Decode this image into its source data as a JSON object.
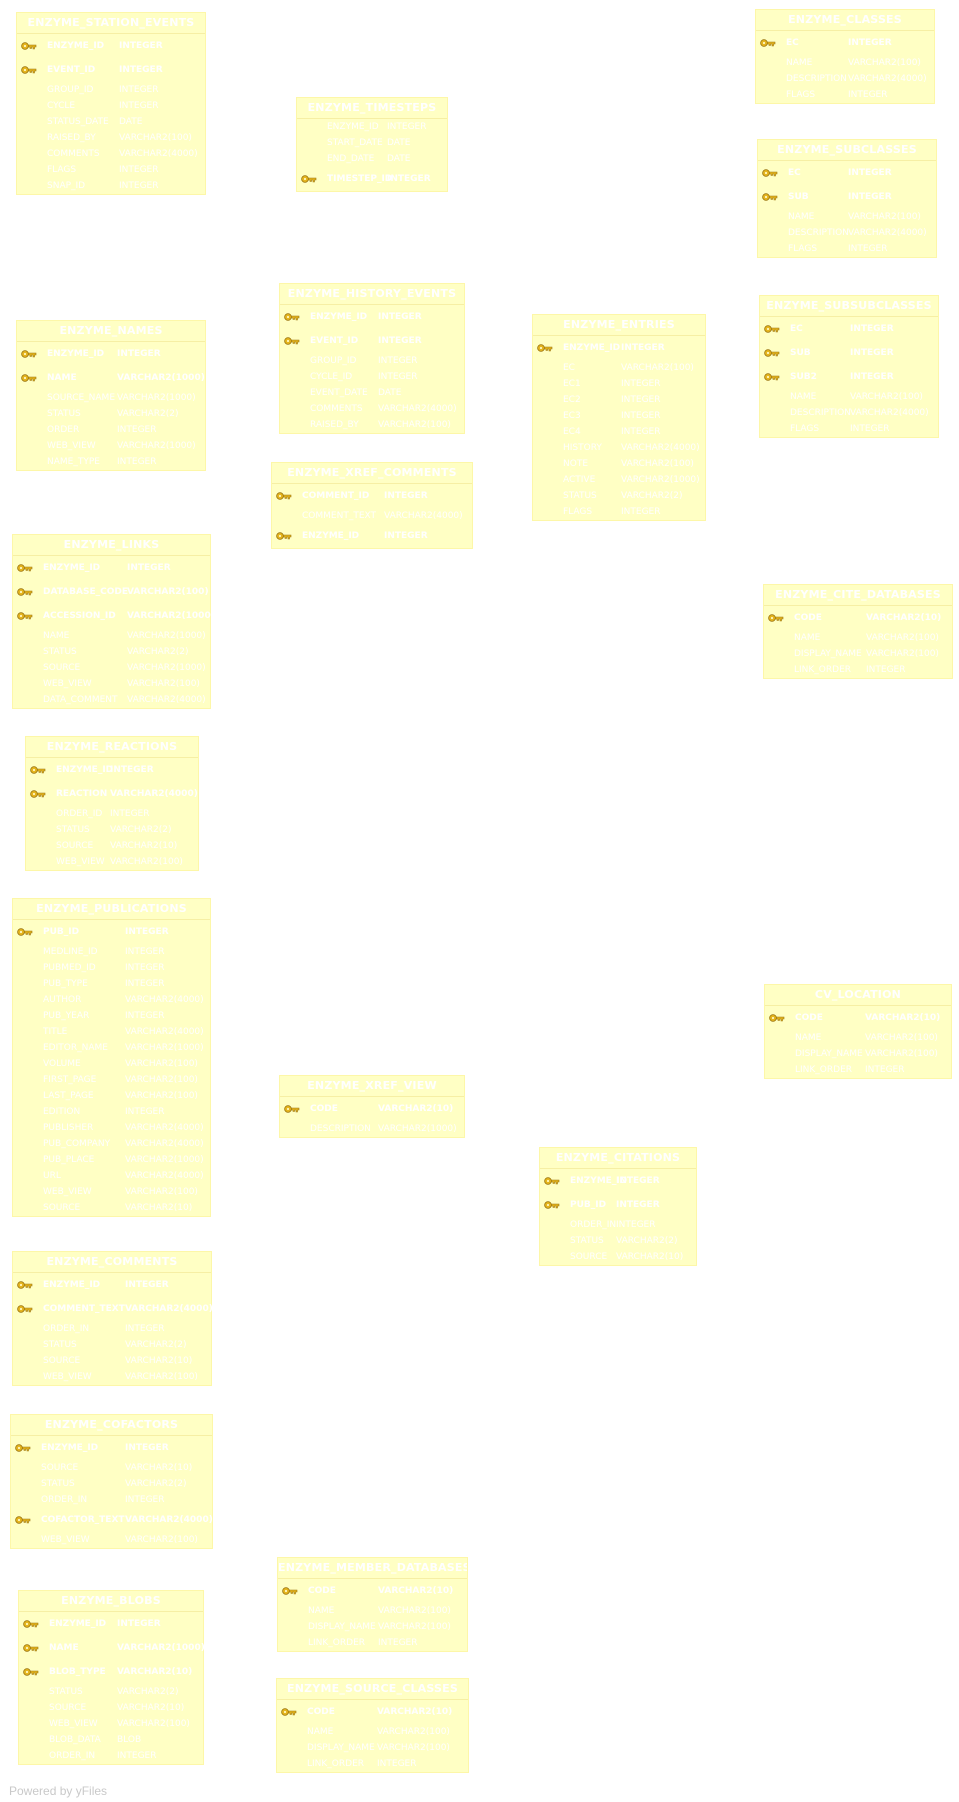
{
  "footer": "Powered by yFiles",
  "icons": {
    "key": "key-icon"
  },
  "colors": {
    "table_fill": "#ffffc4",
    "table_border": "#fdf7a8",
    "key_gold": "#e3b31d"
  },
  "tables": [
    {
      "title": "ENZYME_STATION_EVENTS",
      "columns": [
        {
          "name": "ENZYME_ID",
          "type": "INTEGER",
          "pk": true
        },
        {
          "name": "EVENT_ID",
          "type": "INTEGER",
          "pk": true
        },
        {
          "name": "GROUP_ID",
          "type": "INTEGER"
        },
        {
          "name": "CYCLE",
          "type": "INTEGER"
        },
        {
          "name": "STATUS_DATE",
          "type": "DATE"
        },
        {
          "name": "RAISED_BY",
          "type": "VARCHAR2(100)"
        },
        {
          "name": "COMMENTS",
          "type": "VARCHAR2(4000)"
        },
        {
          "name": "FLAGS",
          "type": "INTEGER"
        },
        {
          "name": "SNAP_ID",
          "type": "INTEGER"
        }
      ]
    },
    {
      "title": "ENZYME_TIMESTEPS",
      "columns": [
        {
          "name": "ENZYME_ID",
          "type": "INTEGER"
        },
        {
          "name": "START_DATE",
          "type": "DATE"
        },
        {
          "name": "END_DATE",
          "type": "DATE"
        },
        {
          "name": "TIMESTEP_ID",
          "type": "INTEGER",
          "pk": true
        }
      ]
    },
    {
      "title": "ENZYME_CLASSES",
      "columns": [
        {
          "name": "EC",
          "type": "INTEGER",
          "pk": true
        },
        {
          "name": "NAME",
          "type": "VARCHAR2(100)"
        },
        {
          "name": "DESCRIPTION",
          "type": "VARCHAR2(4000)"
        },
        {
          "name": "FLAGS",
          "type": "INTEGER"
        }
      ]
    },
    {
      "title": "ENZYME_SUBCLASSES",
      "columns": [
        {
          "name": "EC",
          "type": "INTEGER",
          "pk": true
        },
        {
          "name": "SUB",
          "type": "INTEGER",
          "pk": true
        },
        {
          "name": "NAME",
          "type": "VARCHAR2(100)"
        },
        {
          "name": "DESCRIPTION",
          "type": "VARCHAR2(4000)"
        },
        {
          "name": "FLAGS",
          "type": "INTEGER"
        }
      ]
    },
    {
      "title": "ENZYME_HISTORY_EVENTS",
      "columns": [
        {
          "name": "ENZYME_ID",
          "type": "INTEGER",
          "pk": true
        },
        {
          "name": "EVENT_ID",
          "type": "INTEGER",
          "pk": true
        },
        {
          "name": "GROUP_ID",
          "type": "INTEGER"
        },
        {
          "name": "CYCLE_ID",
          "type": "INTEGER"
        },
        {
          "name": "EVENT_DATE",
          "type": "DATE"
        },
        {
          "name": "COMMENTS",
          "type": "VARCHAR2(4000)"
        },
        {
          "name": "RAISED_BY",
          "type": "VARCHAR2(100)"
        }
      ]
    },
    {
      "title": "ENZYME_ENTRIES",
      "columns": [
        {
          "name": "ENZYME_ID",
          "type": "INTEGER",
          "pk": true
        },
        {
          "name": "EC",
          "type": "VARCHAR2(100)"
        },
        {
          "name": "EC1",
          "type": "INTEGER"
        },
        {
          "name": "EC2",
          "type": "INTEGER"
        },
        {
          "name": "EC3",
          "type": "INTEGER"
        },
        {
          "name": "EC4",
          "type": "INTEGER"
        },
        {
          "name": "HISTORY",
          "type": "VARCHAR2(4000)"
        },
        {
          "name": "NOTE",
          "type": "VARCHAR2(100)"
        },
        {
          "name": "ACTIVE",
          "type": "VARCHAR2(1000)"
        },
        {
          "name": "STATUS",
          "type": "VARCHAR2(2)"
        },
        {
          "name": "FLAGS",
          "type": "INTEGER"
        }
      ]
    },
    {
      "title": "ENZYME_SUBSUBCLASSES",
      "columns": [
        {
          "name": "EC",
          "type": "INTEGER",
          "pk": true
        },
        {
          "name": "SUB",
          "type": "INTEGER",
          "pk": true
        },
        {
          "name": "SUB2",
          "type": "INTEGER",
          "pk": true
        },
        {
          "name": "NAME",
          "type": "VARCHAR2(100)"
        },
        {
          "name": "DESCRIPTION",
          "type": "VARCHAR2(4000)"
        },
        {
          "name": "FLAGS",
          "type": "INTEGER"
        }
      ]
    },
    {
      "title": "ENZYME_NAMES",
      "columns": [
        {
          "name": "ENZYME_ID",
          "type": "INTEGER",
          "pk": true
        },
        {
          "name": "NAME",
          "type": "VARCHAR2(1000)",
          "pk": true
        },
        {
          "name": "SOURCE_NAME",
          "type": "VARCHAR2(1000)"
        },
        {
          "name": "STATUS",
          "type": "VARCHAR2(2)"
        },
        {
          "name": "ORDER",
          "type": "INTEGER"
        },
        {
          "name": "WEB_VIEW",
          "type": "VARCHAR2(1000)"
        },
        {
          "name": "NAME_TYPE",
          "type": "INTEGER"
        }
      ]
    },
    {
      "title": "ENZYME_LINKS",
      "columns": [
        {
          "name": "ENZYME_ID",
          "type": "INTEGER",
          "pk": true
        },
        {
          "name": "DATABASE_CODE",
          "type": "VARCHAR2(100)",
          "pk": true
        },
        {
          "name": "ACCESSION_ID",
          "type": "VARCHAR2(1000)",
          "pk": true
        },
        {
          "name": "NAME",
          "type": "VARCHAR2(1000)"
        },
        {
          "name": "STATUS",
          "type": "VARCHAR2(2)"
        },
        {
          "name": "SOURCE",
          "type": "VARCHAR2(1000)"
        },
        {
          "name": "WEB_VIEW",
          "type": "VARCHAR2(100)"
        },
        {
          "name": "DATA_COMMENT",
          "type": "VARCHAR2(4000)"
        }
      ]
    },
    {
      "title": "ENZYME_XREF_COMMENTS",
      "columns": [
        {
          "name": "COMMENT_ID",
          "type": "INTEGER",
          "pk": true
        },
        {
          "name": "COMMENT_TEXT",
          "type": "VARCHAR2(4000)"
        },
        {
          "name": "ENZYME_ID",
          "type": "INTEGER",
          "pk": true
        }
      ]
    },
    {
      "title": "ENZYME_CITE_DATABASES",
      "columns": [
        {
          "name": "CODE",
          "type": "VARCHAR2(10)",
          "pk": true
        },
        {
          "name": "NAME",
          "type": "VARCHAR2(100)"
        },
        {
          "name": "DISPLAY_NAME",
          "type": "VARCHAR2(100)"
        },
        {
          "name": "LINK_ORDER",
          "type": "INTEGER"
        }
      ]
    },
    {
      "title": "ENZYME_REACTIONS",
      "columns": [
        {
          "name": "ENZYME_ID",
          "type": "INTEGER",
          "pk": true
        },
        {
          "name": "REACTION",
          "type": "VARCHAR2(4000)",
          "pk": true
        },
        {
          "name": "ORDER_ID",
          "type": "INTEGER"
        },
        {
          "name": "STATUS",
          "type": "VARCHAR2(2)"
        },
        {
          "name": "SOURCE",
          "type": "VARCHAR2(10)"
        },
        {
          "name": "WEB_VIEW",
          "type": "VARCHAR2(100)"
        }
      ]
    },
    {
      "title": "ENZYME_PUBLICATIONS",
      "columns": [
        {
          "name": "PUB_ID",
          "type": "INTEGER",
          "pk": true
        },
        {
          "name": "MEDLINE_ID",
          "type": "INTEGER"
        },
        {
          "name": "PUBMED_ID",
          "type": "INTEGER"
        },
        {
          "name": "PUB_TYPE",
          "type": "INTEGER"
        },
        {
          "name": "AUTHOR",
          "type": "VARCHAR2(4000)"
        },
        {
          "name": "PUB_YEAR",
          "type": "INTEGER"
        },
        {
          "name": "TITLE",
          "type": "VARCHAR2(4000)"
        },
        {
          "name": "EDITOR_NAME",
          "type": "VARCHAR2(1000)"
        },
        {
          "name": "VOLUME",
          "type": "VARCHAR2(100)"
        },
        {
          "name": "FIRST_PAGE",
          "type": "VARCHAR2(100)"
        },
        {
          "name": "LAST_PAGE",
          "type": "VARCHAR2(100)"
        },
        {
          "name": "EDITION",
          "type": "INTEGER"
        },
        {
          "name": "PUBLISHER",
          "type": "VARCHAR2(4000)"
        },
        {
          "name": "PUB_COMPANY",
          "type": "VARCHAR2(4000)"
        },
        {
          "name": "PUB_PLACE",
          "type": "VARCHAR2(1000)"
        },
        {
          "name": "URL",
          "type": "VARCHAR2(4000)"
        },
        {
          "name": "WEB_VIEW",
          "type": "VARCHAR2(100)"
        },
        {
          "name": "SOURCE",
          "type": "VARCHAR2(10)"
        }
      ]
    },
    {
      "title": "ENZYME_CITATIONS",
      "columns": [
        {
          "name": "ENZYME_ID",
          "type": "INTEGER",
          "pk": true
        },
        {
          "name": "PUB_ID",
          "type": "INTEGER",
          "pk": true
        },
        {
          "name": "ORDER_IN",
          "type": "INTEGER"
        },
        {
          "name": "STATUS",
          "type": "VARCHAR2(2)"
        },
        {
          "name": "SOURCE",
          "type": "VARCHAR2(10)"
        }
      ]
    },
    {
      "title": "ENZYME_XREF_VIEW",
      "columns": [
        {
          "name": "CODE",
          "type": "VARCHAR2(10)",
          "pk": true
        },
        {
          "name": "DESCRIPTION",
          "type": "VARCHAR2(1000)"
        }
      ]
    },
    {
      "title": "CV_LOCATION",
      "columns": [
        {
          "name": "CODE",
          "type": "VARCHAR2(10)",
          "pk": true
        },
        {
          "name": "NAME",
          "type": "VARCHAR2(100)"
        },
        {
          "name": "DISPLAY_NAME",
          "type": "VARCHAR2(100)"
        },
        {
          "name": "LINK_ORDER",
          "type": "INTEGER"
        }
      ]
    },
    {
      "title": "ENZYME_COMMENTS",
      "columns": [
        {
          "name": "ENZYME_ID",
          "type": "INTEGER",
          "pk": true
        },
        {
          "name": "COMMENT_TEXT",
          "type": "VARCHAR2(4000)",
          "pk": true
        },
        {
          "name": "ORDER_IN",
          "type": "INTEGER"
        },
        {
          "name": "STATUS",
          "type": "VARCHAR2(2)"
        },
        {
          "name": "SOURCE",
          "type": "VARCHAR2(10)"
        },
        {
          "name": "WEB_VIEW",
          "type": "VARCHAR2(100)"
        }
      ]
    },
    {
      "title": "ENZYME_COFACTORS",
      "columns": [
        {
          "name": "ENZYME_ID",
          "type": "INTEGER",
          "pk": true
        },
        {
          "name": "SOURCE",
          "type": "VARCHAR2(10)"
        },
        {
          "name": "STATUS",
          "type": "VARCHAR2(2)"
        },
        {
          "name": "ORDER_IN",
          "type": "INTEGER"
        },
        {
          "name": "COFACTOR_TEXT",
          "type": "VARCHAR2(4000)",
          "pk": true
        },
        {
          "name": "WEB_VIEW",
          "type": "VARCHAR2(100)"
        }
      ]
    },
    {
      "title": "ENZYME_MEMBER_DATABASES",
      "columns": [
        {
          "name": "CODE",
          "type": "VARCHAR2(10)",
          "pk": true
        },
        {
          "name": "NAME",
          "type": "VARCHAR2(100)"
        },
        {
          "name": "DISPLAY_NAME",
          "type": "VARCHAR2(100)"
        },
        {
          "name": "LINK_ORDER",
          "type": "INTEGER"
        }
      ]
    },
    {
      "title": "ENZYME_SOURCE_CLASSES",
      "columns": [
        {
          "name": "CODE",
          "type": "VARCHAR2(10)",
          "pk": true
        },
        {
          "name": "NAME",
          "type": "VARCHAR2(100)"
        },
        {
          "name": "DISPLAY_NAME",
          "type": "VARCHAR2(100)"
        },
        {
          "name": "LINK_ORDER",
          "type": "INTEGER"
        }
      ]
    },
    {
      "title": "ENZYME_BLOBS",
      "columns": [
        {
          "name": "ENZYME_ID",
          "type": "INTEGER",
          "pk": true
        },
        {
          "name": "NAME",
          "type": "VARCHAR2(1000)",
          "pk": true
        },
        {
          "name": "BLOB_TYPE",
          "type": "VARCHAR2(10)",
          "pk": true
        },
        {
          "name": "STATUS",
          "type": "VARCHAR2(2)"
        },
        {
          "name": "SOURCE",
          "type": "VARCHAR2(10)"
        },
        {
          "name": "WEB_VIEW",
          "type": "VARCHAR2(100)"
        },
        {
          "name": "BLOB_DATA",
          "type": "BLOB"
        },
        {
          "name": "ORDER_IN",
          "type": "INTEGER"
        }
      ]
    }
  ]
}
